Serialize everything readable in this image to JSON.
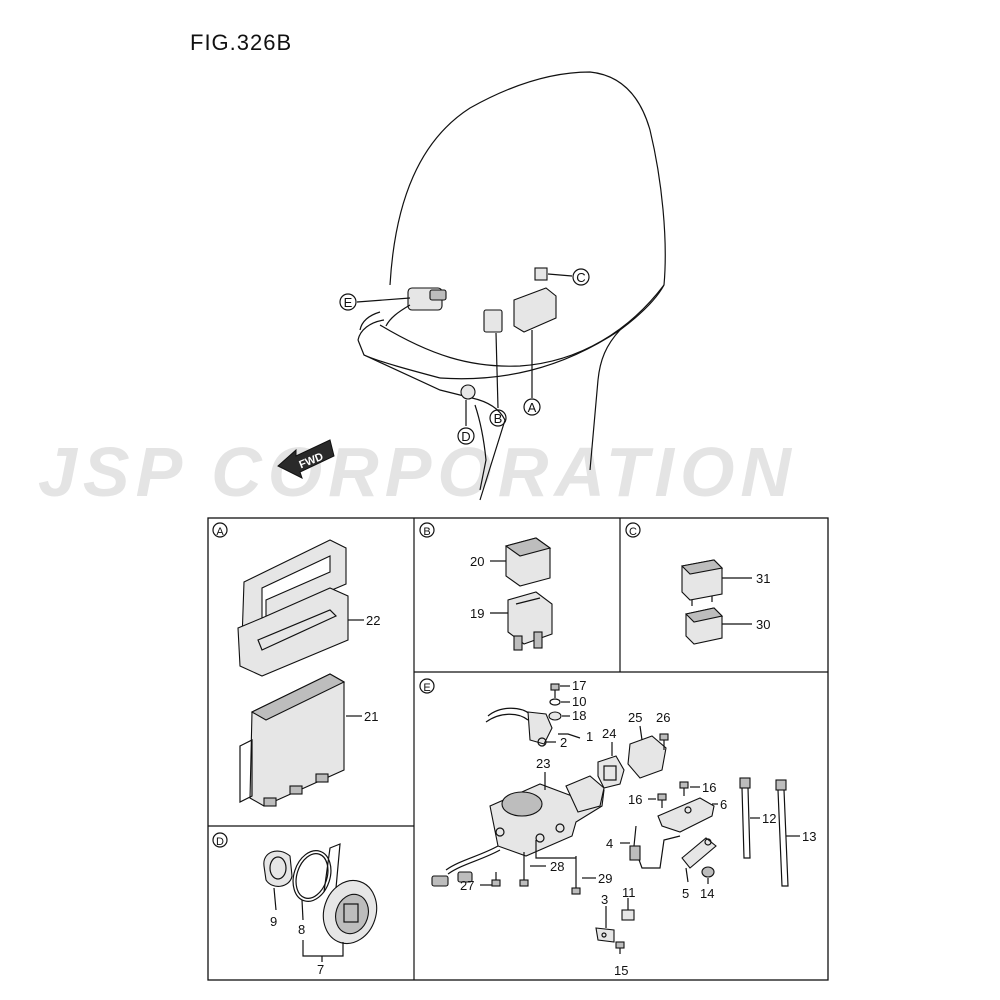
{
  "figure_title": "FIG.326B",
  "watermark": "JSP CORPORATION",
  "fwd_label": "FWD",
  "overview_callouts": [
    "E",
    "C",
    "B",
    "A",
    "D"
  ],
  "panels": {
    "A": {
      "label": "A",
      "parts": [
        "22",
        "21"
      ]
    },
    "B": {
      "label": "B",
      "parts": [
        "20",
        "19"
      ]
    },
    "C": {
      "label": "C",
      "parts": [
        "31",
        "30"
      ]
    },
    "D": {
      "label": "D",
      "parts": [
        "9",
        "8",
        "7"
      ]
    },
    "E": {
      "label": "E",
      "parts": [
        "17",
        "10",
        "18",
        "1",
        "2",
        "25",
        "26",
        "24",
        "23",
        "16",
        "16",
        "6",
        "12",
        "13",
        "4",
        "28",
        "29",
        "27",
        "5",
        "14",
        "11",
        "3",
        "15"
      ]
    }
  }
}
